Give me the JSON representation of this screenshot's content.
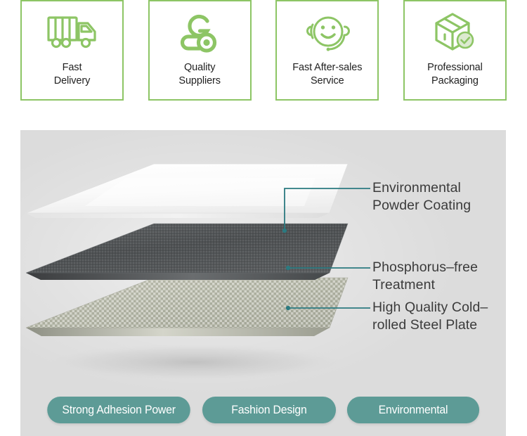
{
  "features": {
    "cards": [
      {
        "icon": "delivery-truck-icon",
        "label": "Fast\nDelivery"
      },
      {
        "icon": "quality-suppliers-icon",
        "label": "Quality\nSuppliers"
      },
      {
        "icon": "customer-service-headset-icon",
        "label": "Fast After-sales\nService"
      },
      {
        "icon": "package-check-icon",
        "label": "Professional\nPackaging"
      }
    ],
    "border_color": "#8dc565",
    "icon_color": "#8dc565",
    "label_color": "#222222"
  },
  "product": {
    "panel_background": "#dcdcdc",
    "layers": [
      {
        "name": "powder-coating-layer",
        "label": "Environmental\nPowder Coating",
        "swatch": "#f7f7f7"
      },
      {
        "name": "phosphorus-free-layer",
        "label": "Phosphorus–free\nTreatment",
        "swatch": "#55585a"
      },
      {
        "name": "steel-plate-layer",
        "label": "High Quality Cold–\nrolled Steel Plate",
        "swatch": "#b3b3a4"
      }
    ],
    "callout_color": "#2b7a80",
    "label_color": "#3b3b3b"
  },
  "tags": {
    "pill_color": "#5d9b96",
    "text_color": "#ffffff",
    "items": [
      "Strong Adhesion Power",
      "Fashion Design",
      "Environmental"
    ]
  }
}
